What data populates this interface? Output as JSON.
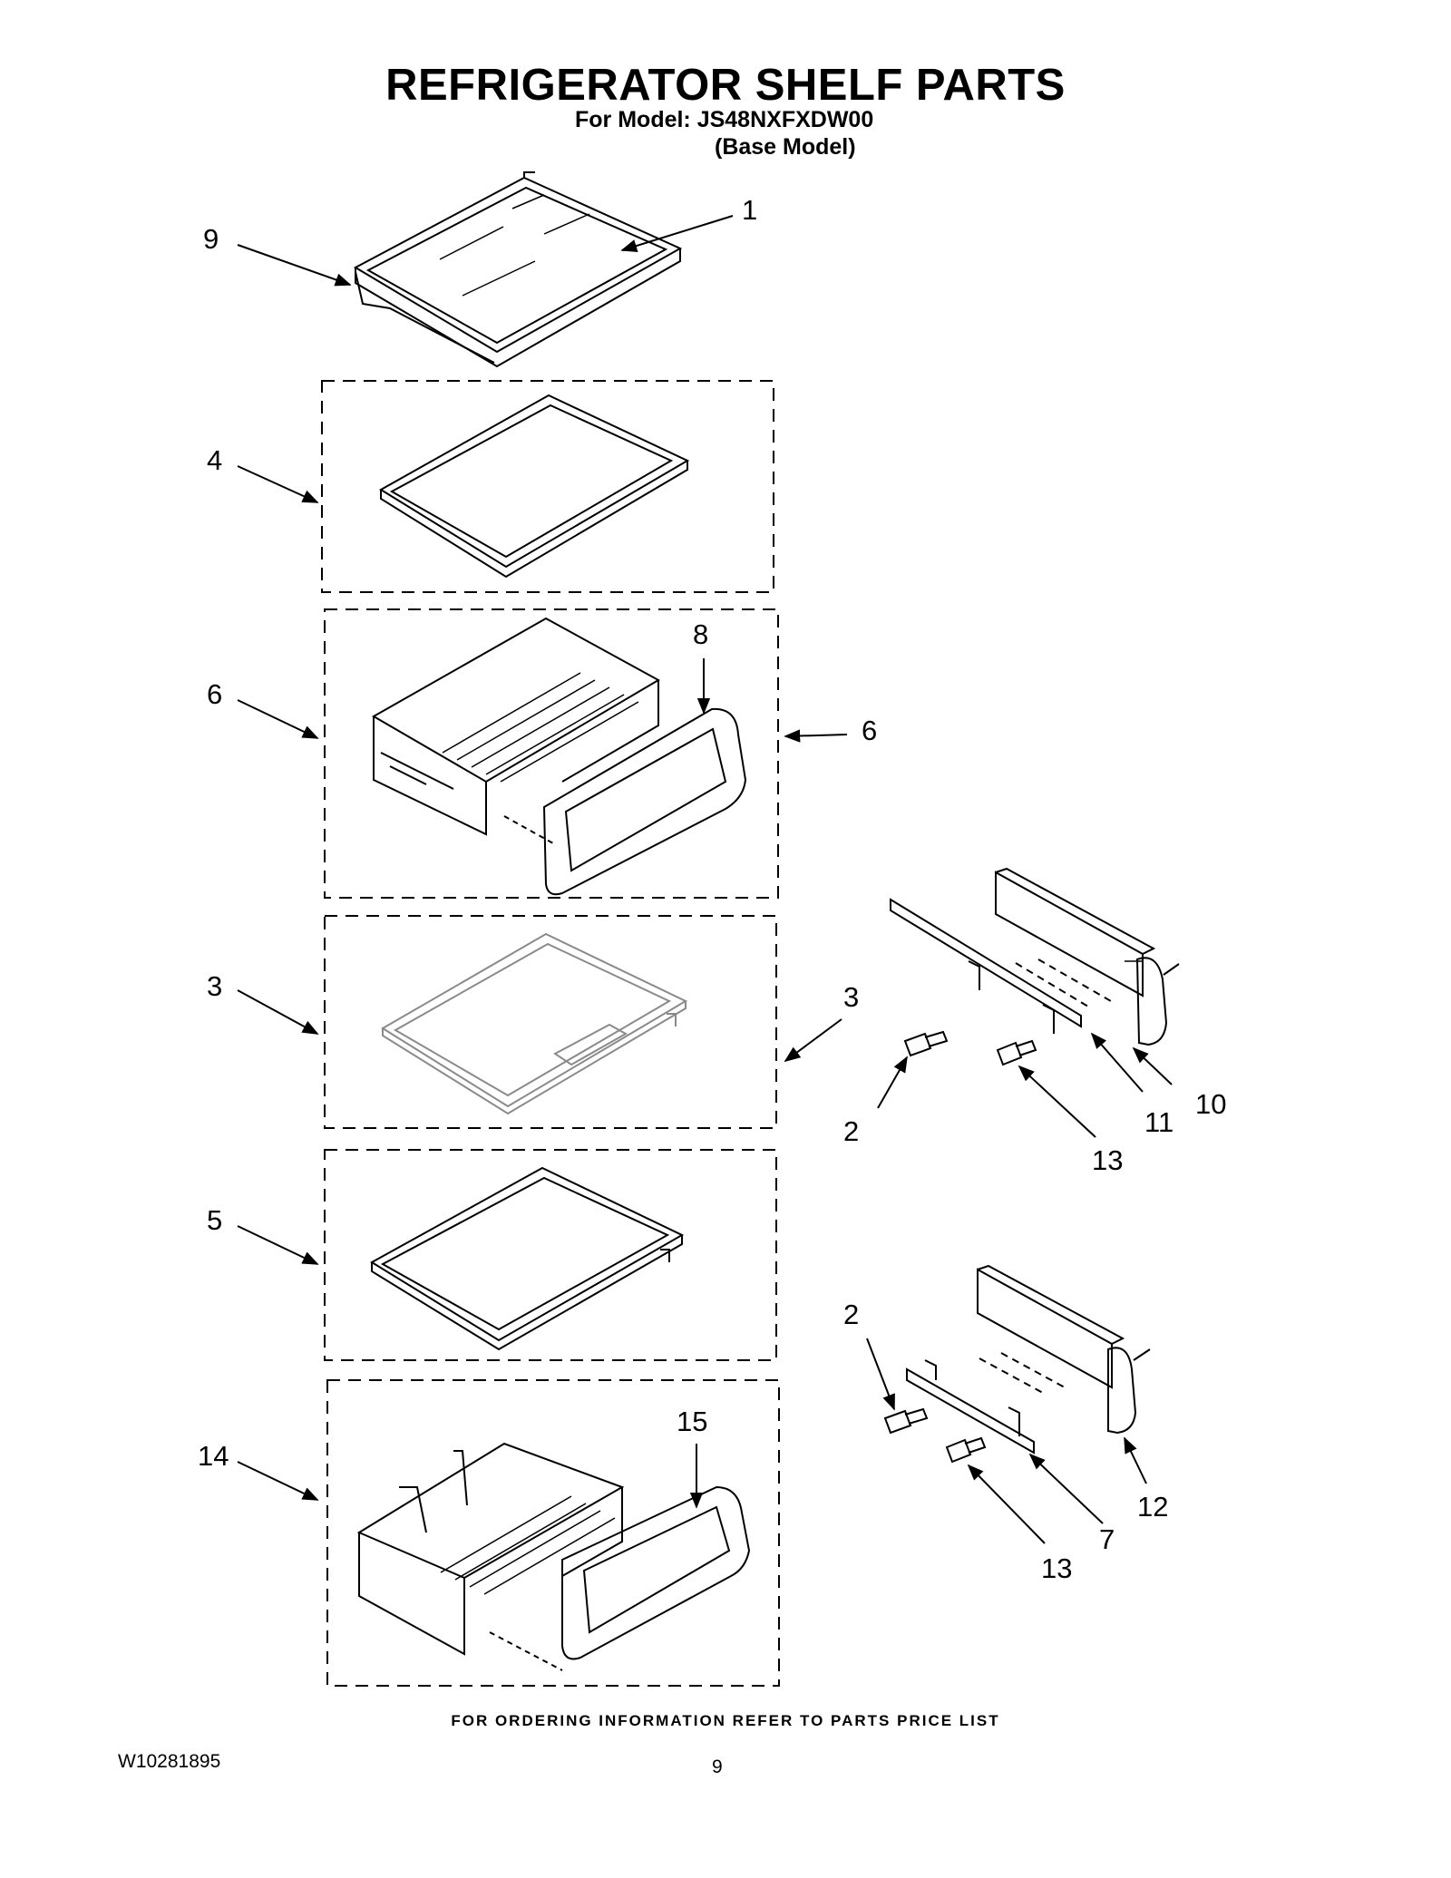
{
  "header": {
    "title": "REFRIGERATOR SHELF PARTS",
    "model_line": "For Model: JS48NXFXDW00",
    "base_line": "(Base Model)"
  },
  "footer": {
    "ordering_note": "FOR ORDERING INFORMATION REFER TO PARTS PRICE LIST",
    "document_number": "W10281895",
    "page_number": "9"
  },
  "callouts": {
    "c9": "9",
    "c1": "1",
    "c4": "4",
    "c6a": "6",
    "c6b": "6",
    "c8": "8",
    "c3a": "3",
    "c3b": "3",
    "c5": "5",
    "c14": "14",
    "c15": "15",
    "c2a": "2",
    "c2b": "2",
    "c10": "10",
    "c11": "11",
    "c13a": "13",
    "c13b": "13",
    "c12": "12",
    "c7": "7"
  },
  "colors": {
    "line": "#000000",
    "light_line": "#8a8a8a",
    "background": "#ffffff"
  }
}
